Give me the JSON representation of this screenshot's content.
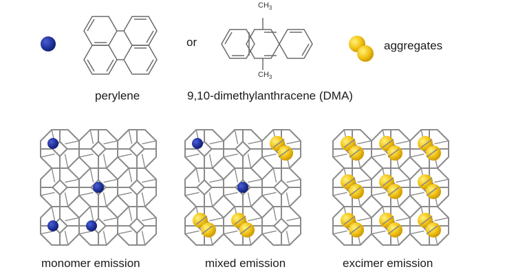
{
  "legend": {
    "monomer_symbol": "blue-sphere-icon",
    "perylene_label": "perylene",
    "or_label": "or",
    "dma_label": "9,10-dimethylanthracene (DMA)",
    "methyl_label": "CH",
    "methyl_subscript": "3",
    "aggregate_symbol": "yellow-dimer-icon",
    "aggregates_label": "aggregates"
  },
  "colors": {
    "monomer": "#1f2f9a",
    "aggregate": "#f4c81c",
    "framework": "#8a8a8a",
    "bond": "#5a5a5a"
  },
  "panels": [
    {
      "caption": "monomer emission",
      "monomers": [
        [
          0,
          0
        ],
        [
          1,
          1
        ],
        [
          0,
          2
        ],
        [
          1,
          2
        ]
      ],
      "aggregates": []
    },
    {
      "caption": "mixed emission",
      "monomers": [
        [
          0,
          0
        ],
        [
          1,
          1
        ]
      ],
      "aggregates": [
        [
          2,
          0
        ],
        [
          0,
          2
        ],
        [
          1,
          2
        ]
      ]
    },
    {
      "caption": "excimer emission",
      "monomers": [],
      "aggregates": [
        [
          0,
          0
        ],
        [
          1,
          0
        ],
        [
          2,
          0
        ],
        [
          0,
          1
        ],
        [
          1,
          1
        ],
        [
          2,
          1
        ],
        [
          0,
          2
        ],
        [
          1,
          2
        ],
        [
          2,
          2
        ]
      ]
    }
  ]
}
